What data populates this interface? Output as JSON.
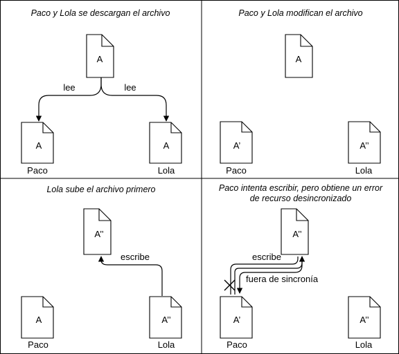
{
  "panels": {
    "download": {
      "caption": "Paco y Lola se descargan el archivo",
      "server_doc": "A",
      "paco_doc": "A",
      "lola_doc": "A",
      "paco_name": "Paco",
      "lola_name": "Lola",
      "edge_left": "lee",
      "edge_right": "lee"
    },
    "modify": {
      "caption": "Paco y Lola modifican el archivo",
      "server_doc": "A",
      "paco_doc": "A’",
      "lola_doc": "A’’",
      "paco_name": "Paco",
      "lola_name": "Lola"
    },
    "upload": {
      "caption": "Lola sube el archivo primero",
      "server_doc": "A’’",
      "paco_doc": "A",
      "lola_doc": "A’’",
      "paco_name": "Paco",
      "lola_name": "Lola",
      "edge": "escribe"
    },
    "conflict": {
      "caption_line1": "Paco intenta escribir, pero obtiene un error",
      "caption_line2": "de recurso desincronizado",
      "server_doc": "A’’",
      "paco_doc": "A’",
      "lola_doc": "A’’",
      "paco_name": "Paco",
      "lola_name": "Lola",
      "edge_write": "escribe",
      "edge_error": "fuera de sincronía"
    }
  }
}
